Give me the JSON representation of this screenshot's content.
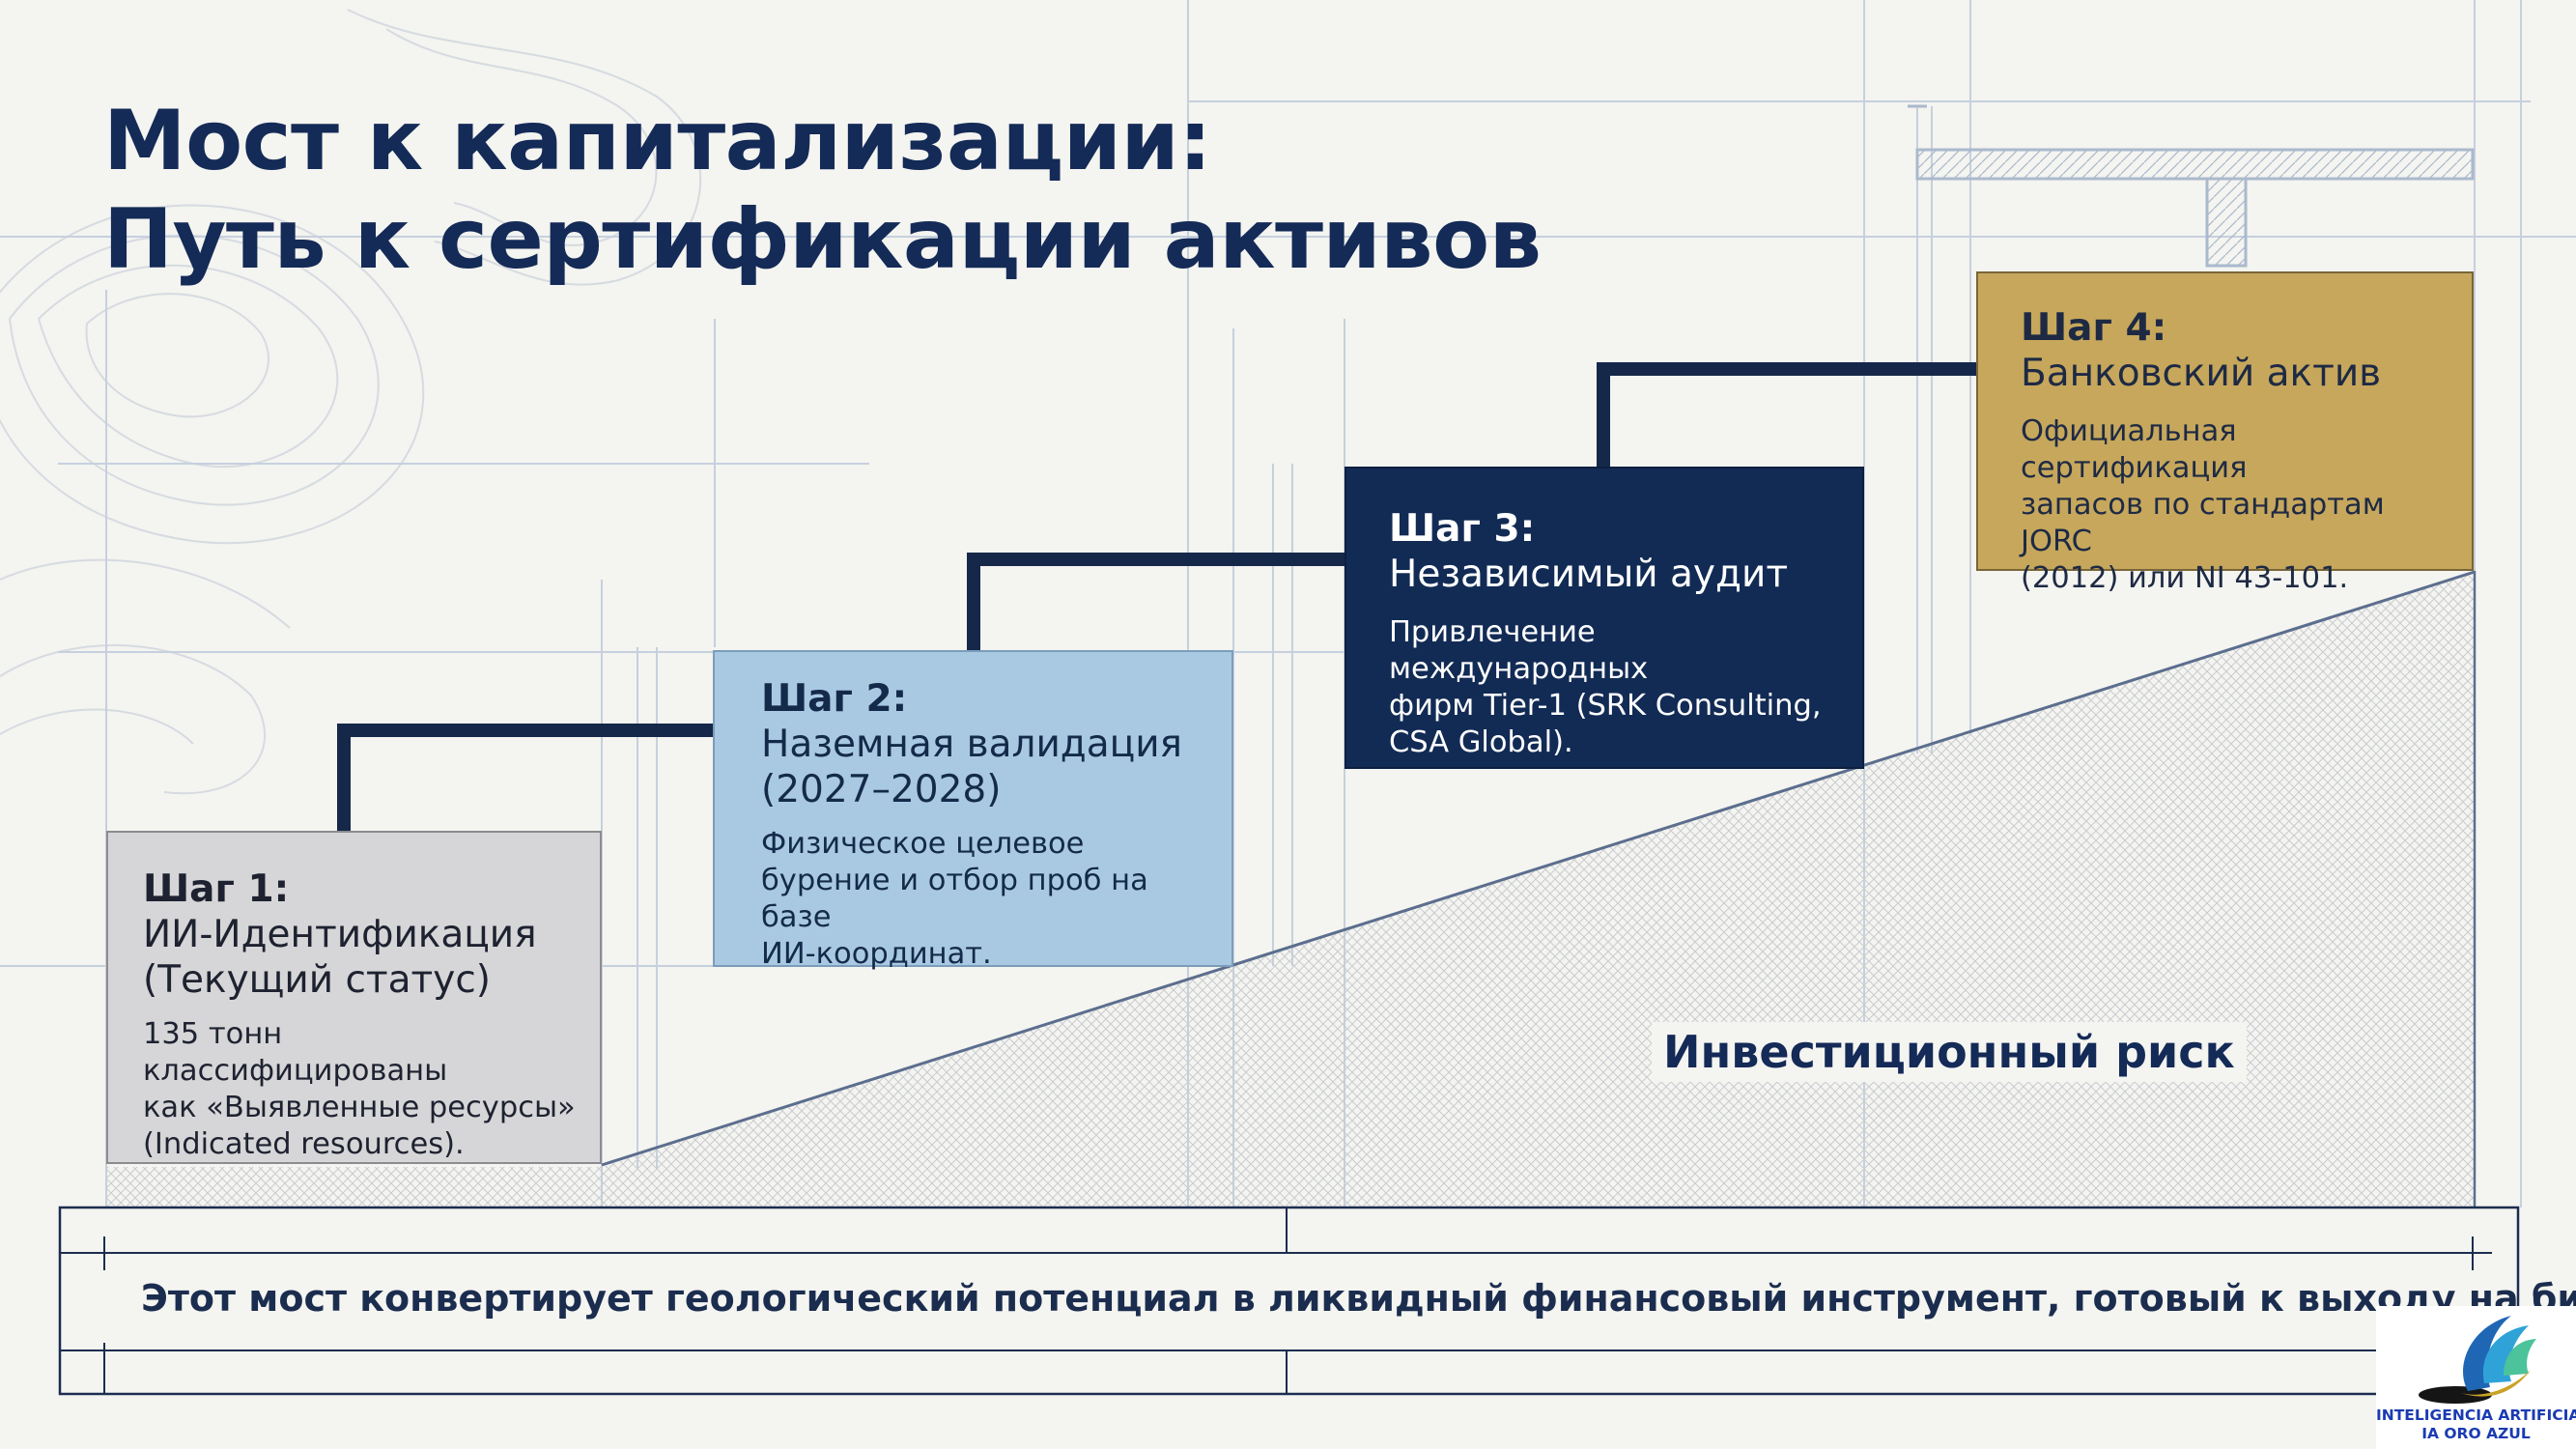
{
  "title": {
    "line1": "Мост к капитализации:",
    "line2": "Путь к сертификации активов"
  },
  "steps": [
    {
      "label": "Шаг 1:",
      "name": "ИИ-Идентификация\n(Текущий статус)",
      "description": "135 тонн классифицированы\nкак «Выявленные ресурсы»\n(Indicated resources).",
      "color": "#d6d6d8"
    },
    {
      "label": "Шаг 2:",
      "name": "Наземная валидация\n(2027–2028)",
      "description": "Физическое целевое\nбурение и отбор проб на базе\nИИ-координат.",
      "color": "#a9c9e2"
    },
    {
      "label": "Шаг 3:",
      "name": "Независимый аудит",
      "description": "Привлечение международных\nфирм Tier-1 (SRK Consulting,\nCSA Global).",
      "color": "#122b55"
    },
    {
      "label": "Шаг 4:",
      "name": "Банковский актив",
      "description": "Официальная сертификация\nзапасов по стандартам JORC\n(2012) или NI 43-101.",
      "color": "#c6a75c"
    }
  ],
  "risk_label": "Инвестиционный риск",
  "footer_text": "Этот мост конвертирует геологический потенциал в ликвидный финансовый инструмент, готовый к выходу на биржу.",
  "logo": {
    "line1": "INTELIGENCIA ARTIFICIAL",
    "line2": "IA ORO AZUL"
  },
  "colors": {
    "navy": "#142a57",
    "connector": "#16284a",
    "background": "#f4f4f0"
  }
}
